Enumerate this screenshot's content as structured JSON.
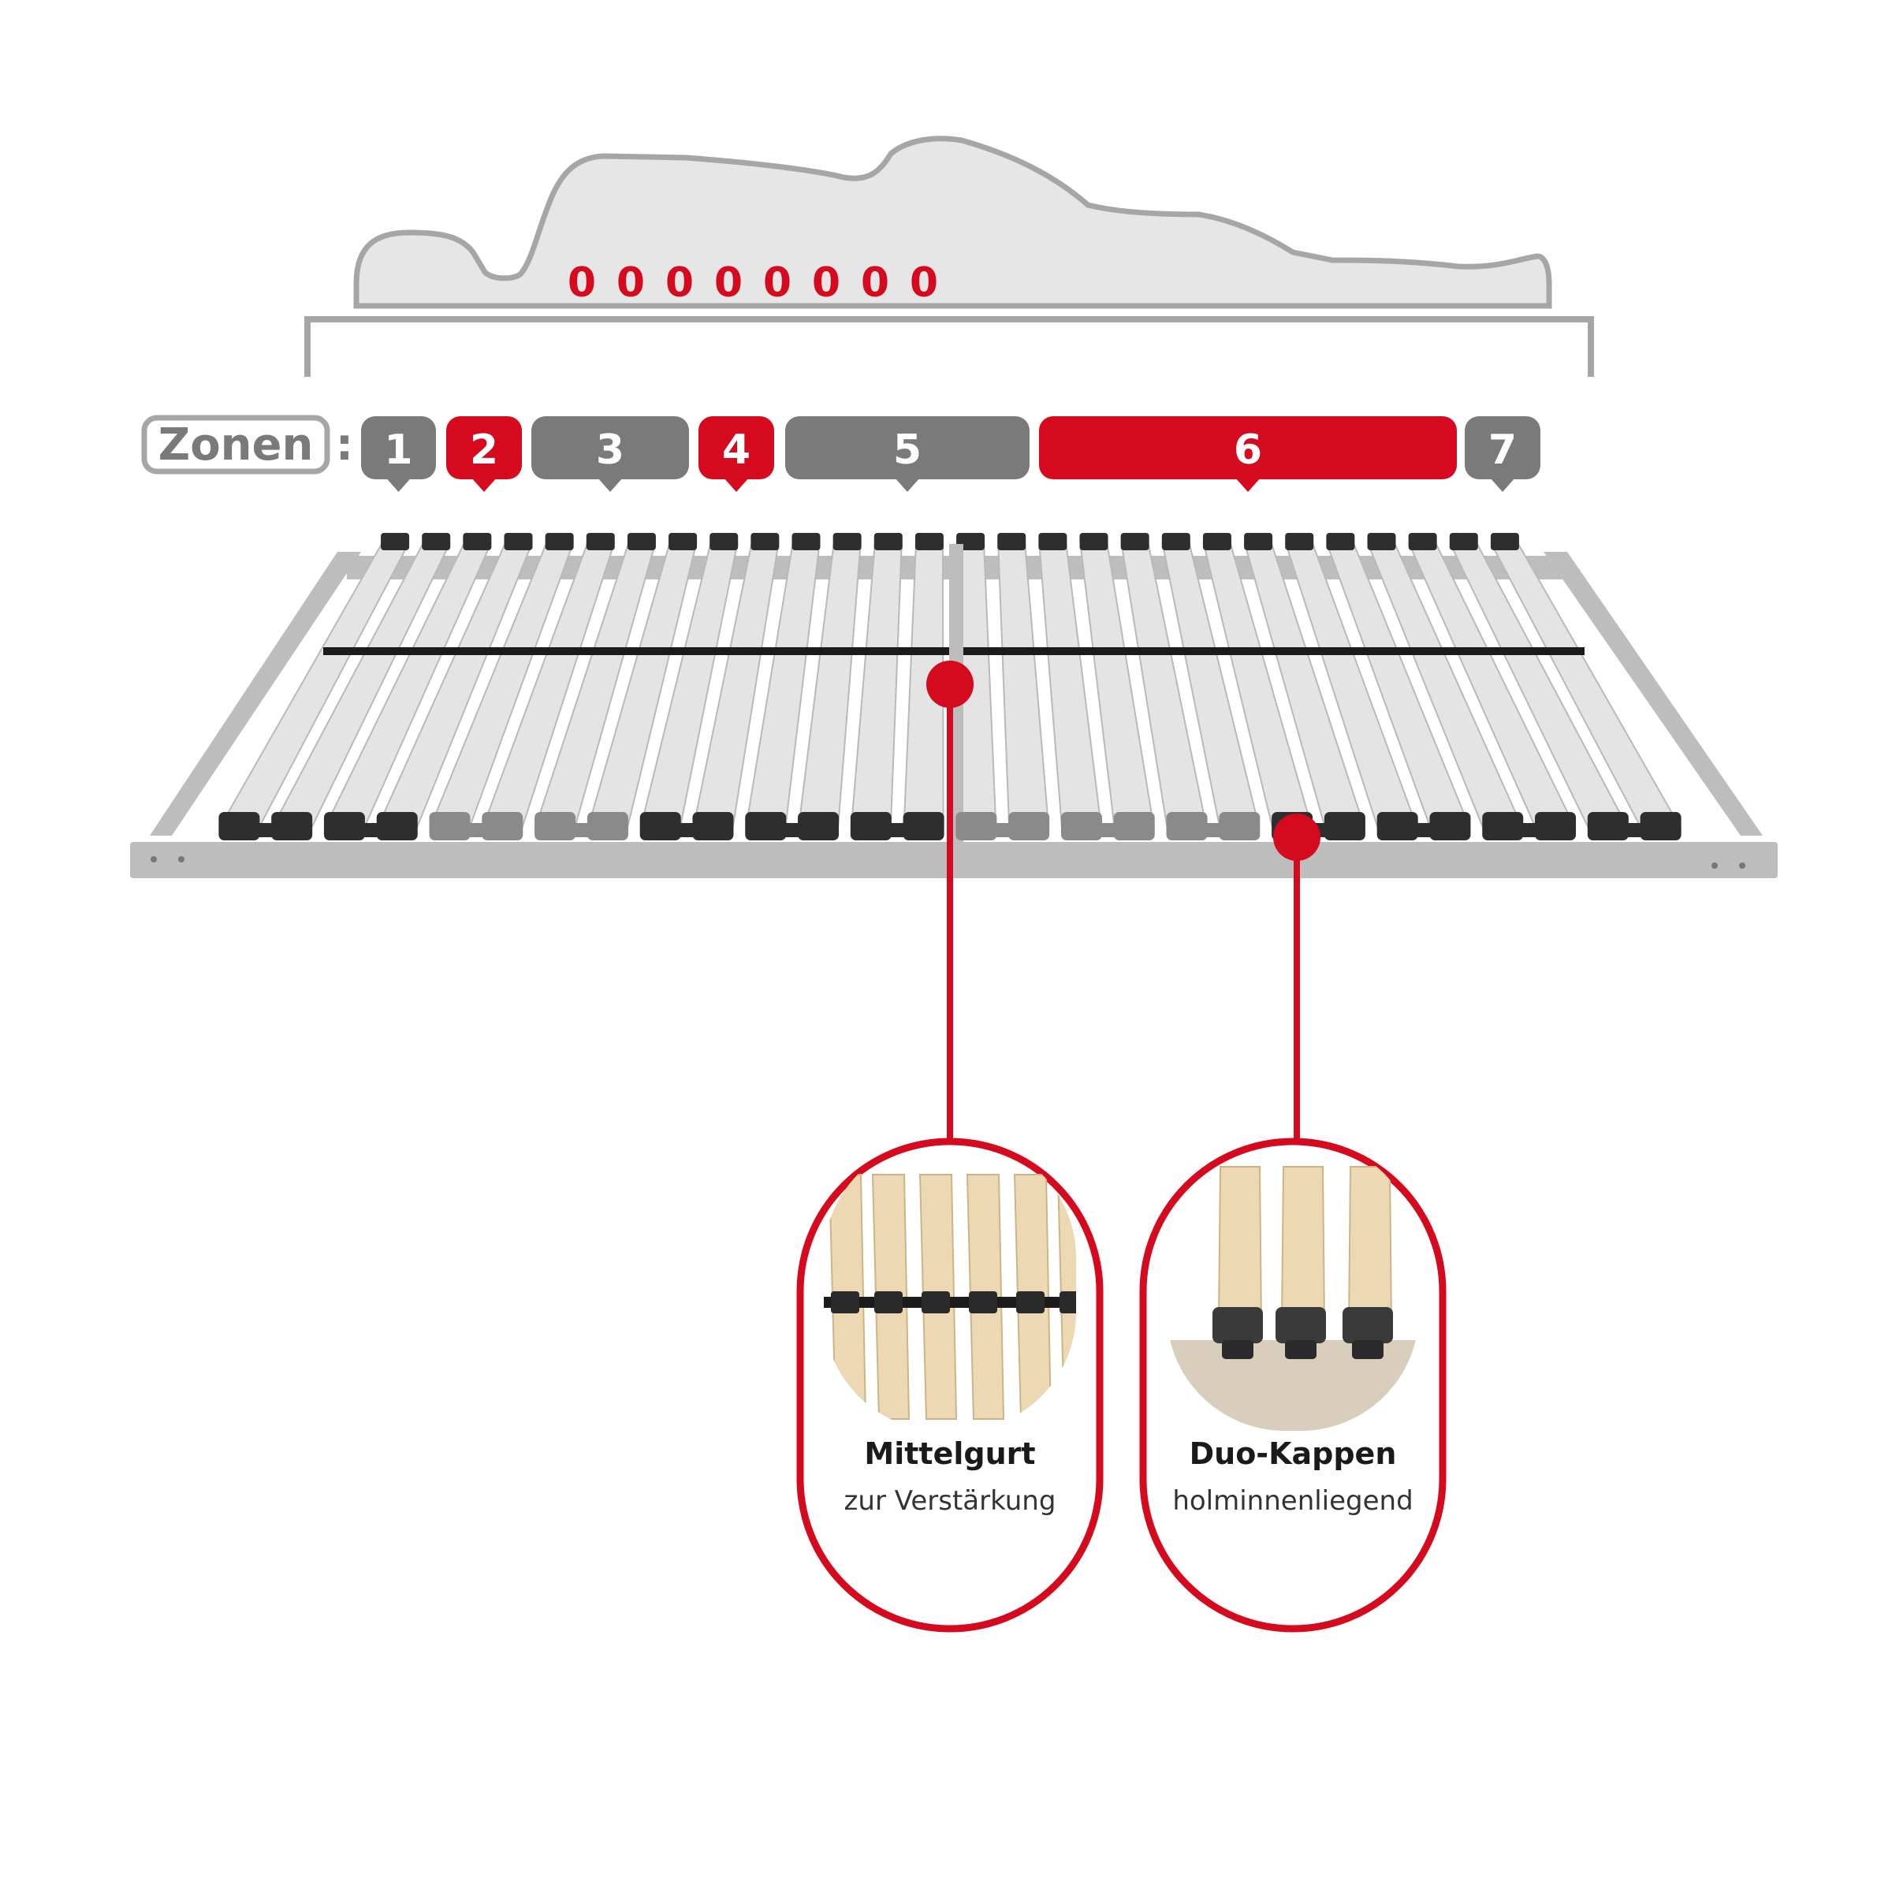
{
  "colors": {
    "accent_red": "#d50a1e",
    "zone_gray": "#7a7a7a",
    "silhouette_fill": "#e6e6e6",
    "silhouette_stroke": "#a6a6a6",
    "frame": "#bdbdbd",
    "slat_light": "#e4e4e4",
    "cap_dark": "#2e2e2e",
    "cap_gray": "#8a8a8a",
    "label_dark": "#1a1a1a",
    "label_sub": "#333333",
    "wood": "#ecd9b3"
  },
  "zones": {
    "label": "Zonen",
    "separator": ":",
    "items": [
      {
        "label": "1",
        "active": false
      },
      {
        "label": "2",
        "active": true
      },
      {
        "label": "3",
        "active": false
      },
      {
        "label": "4",
        "active": true
      },
      {
        "label": "5",
        "active": false
      },
      {
        "label": "6",
        "active": true
      },
      {
        "label": "7",
        "active": false
      }
    ]
  },
  "hardness_markers": {
    "count": 8,
    "glyph": "0"
  },
  "slats": {
    "count": 28,
    "cap_groups": 14
  },
  "features": [
    {
      "title": "Mittelgurt",
      "subtitle": "zur Verstärkung",
      "icon": "center-belt-detail"
    },
    {
      "title": "Duo-Kappen",
      "subtitle": "holminnenliegend",
      "icon": "duo-caps-detail"
    }
  ]
}
